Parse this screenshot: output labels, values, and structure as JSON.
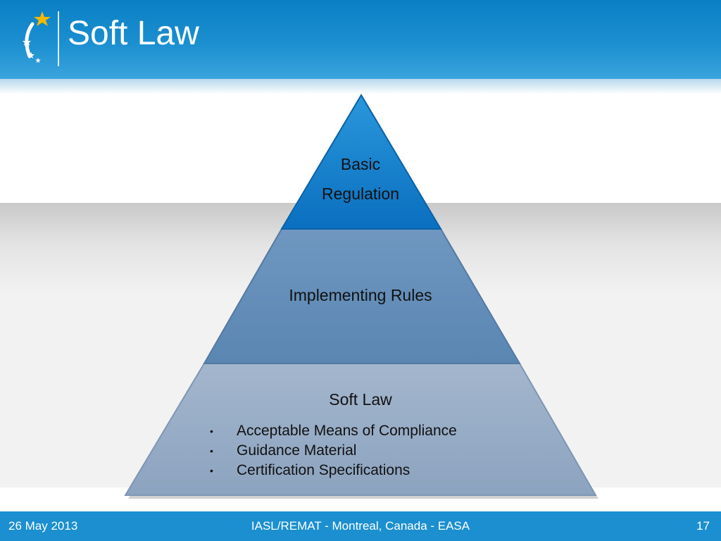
{
  "slide": {
    "title": "Soft Law"
  },
  "pyramid": {
    "top": {
      "line1": "Basic",
      "line2": "Regulation",
      "color": "#0a79c6"
    },
    "middle": {
      "label": "Implementing Rules",
      "color": "#5e8ab4"
    },
    "bottom": {
      "label": "Soft Law",
      "color": "#8ea6c2",
      "bullets": [
        "Acceptable Means of Compliance",
        "Guidance Material",
        "Certification Specifications"
      ]
    }
  },
  "footer": {
    "date": "26 May 2013",
    "center": "IASL/REMAT - Montreal, Canada - EASA",
    "page": "17"
  },
  "colors": {
    "header": "#0a7fc4",
    "footer": "#1b8fd0"
  },
  "icons": {
    "logo": "easa-star-logo-icon"
  }
}
